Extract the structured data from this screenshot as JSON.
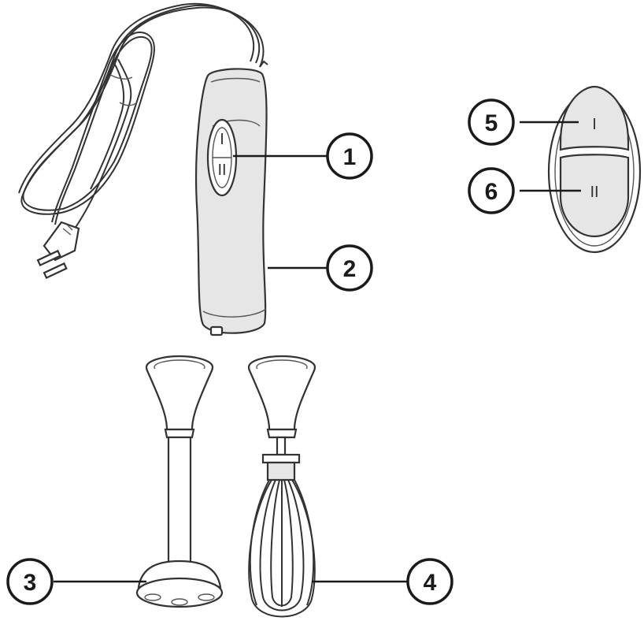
{
  "callouts": [
    {
      "id": "1",
      "label": "1"
    },
    {
      "id": "2",
      "label": "2"
    },
    {
      "id": "3",
      "label": "3"
    },
    {
      "id": "4",
      "label": "4"
    },
    {
      "id": "5",
      "label": "5"
    },
    {
      "id": "6",
      "label": "6"
    }
  ],
  "buttons": {
    "speed_low": "I",
    "speed_high": "II"
  },
  "colors": {
    "line": "#1a1a1a",
    "body_fill": "#e6e6e6"
  }
}
